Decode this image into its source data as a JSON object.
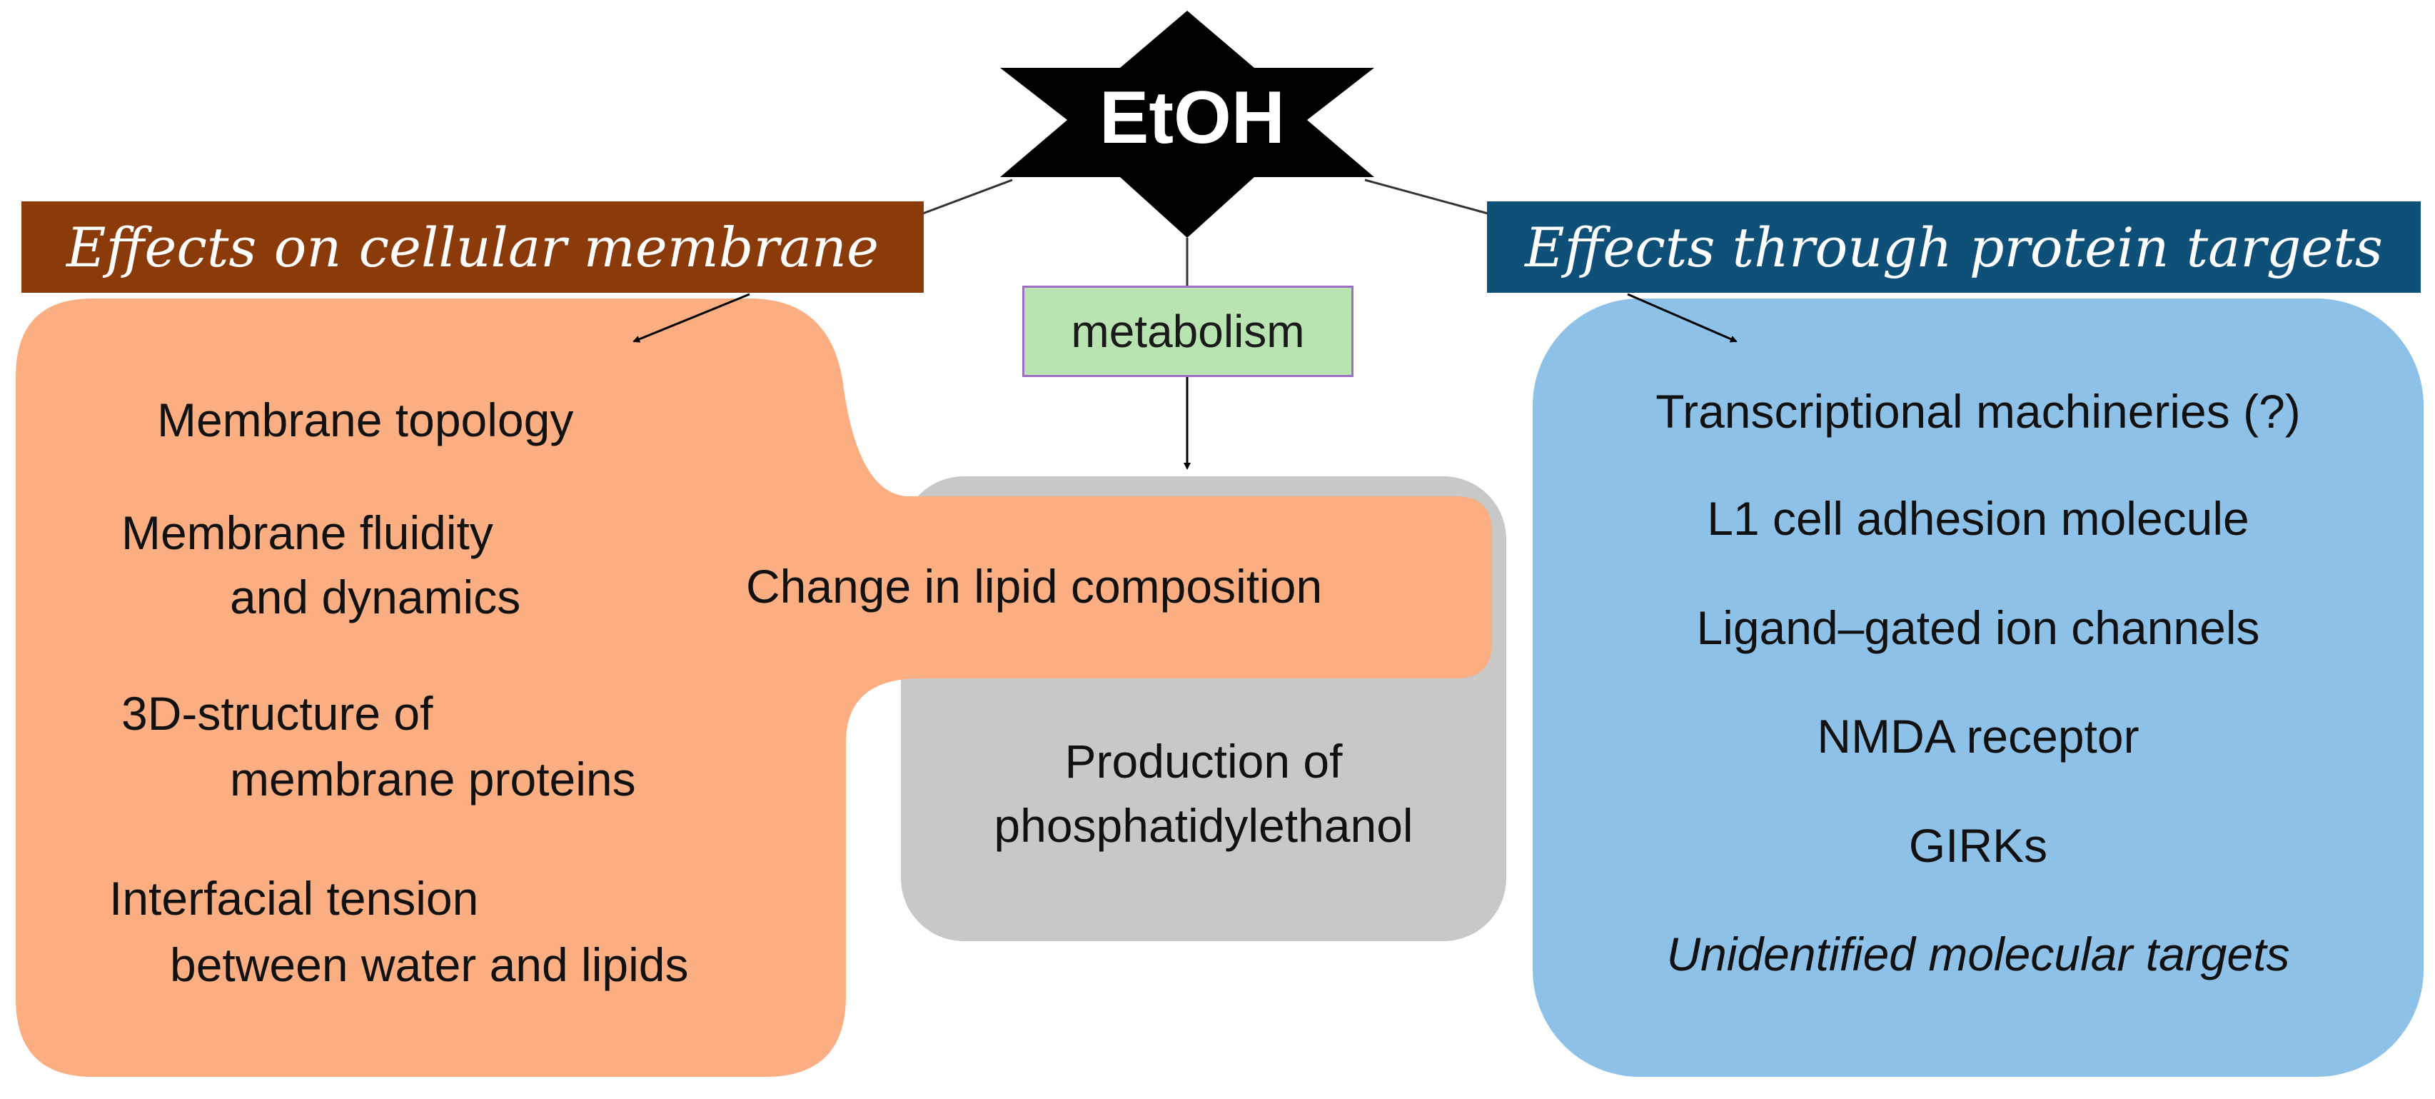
{
  "center_node": {
    "label": "EtOH"
  },
  "left_branch": {
    "header": "Effects on cellular membrane",
    "items": [
      "Membrane topology",
      "Membrane fluidity",
      "and dynamics",
      "3D-structure of",
      "membrane proteins",
      "Interfacial tension",
      "between water and lipids"
    ]
  },
  "middle_branch": {
    "label": "metabolism",
    "shared_effect": "Change in lipid composition",
    "product_line1": "Production of",
    "product_line2": "phosphatidylethanol"
  },
  "right_branch": {
    "header": "Effects through protein targets",
    "items": [
      "Transcriptional machineries (?)",
      "L1 cell adhesion molecule",
      "Ligand–gated ion channels",
      "NMDA receptor",
      "GIRKs",
      "Unidentified molecular targets"
    ]
  },
  "colors": {
    "orange_panel": "#fbae82",
    "gray_panel": "#c8c8c8",
    "blue_panel": "#8ec1e8",
    "left_header": "#8b3a0a",
    "right_header": "#0f5078",
    "metabolism_box": "#b9e3b0",
    "star": "#000000"
  }
}
